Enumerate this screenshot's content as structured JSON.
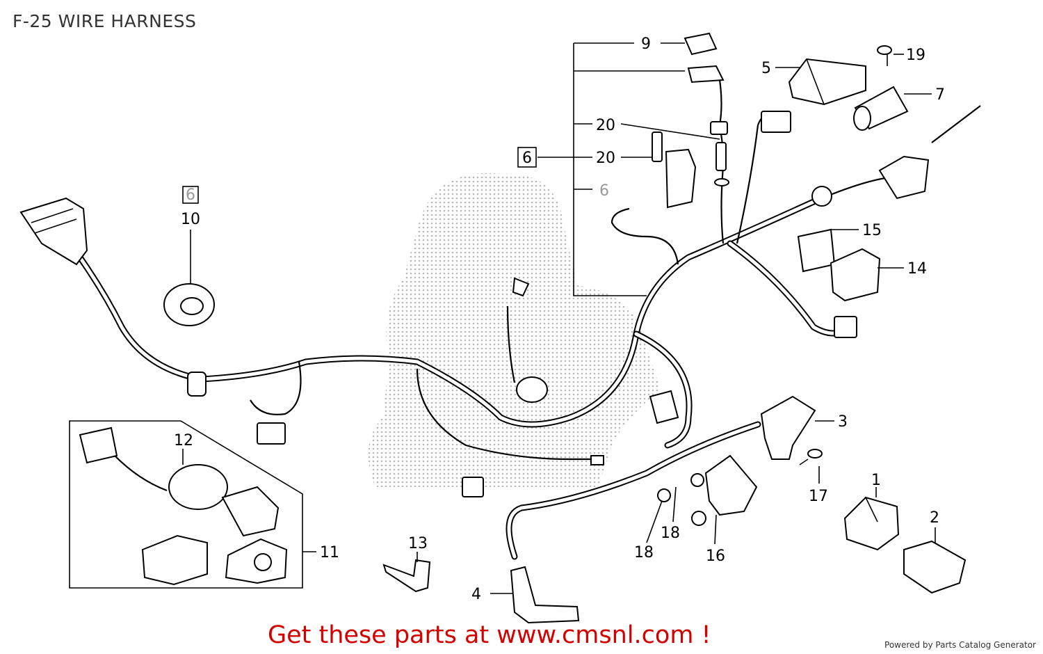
{
  "header": {
    "title": "F-25 WIRE HARNESS"
  },
  "callouts": {
    "c1": "1",
    "c2": "2",
    "c3": "3",
    "c4": "4",
    "c5": "5",
    "c6": "6",
    "c6b": "6",
    "c6c": "6",
    "c7": "7",
    "c9": "9",
    "c10": "10",
    "c11": "11",
    "c12": "12",
    "c13": "13",
    "c14": "14",
    "c15": "15",
    "c16": "16",
    "c17": "17",
    "c18a": "18",
    "c18b": "18",
    "c19": "19",
    "c20a": "20",
    "c20b": "20"
  },
  "footer": {
    "cta": "Get these parts at www.cmsnl.com !",
    "powered": "Powered by Parts Catalog Generator"
  },
  "watermark": {
    "color": "#b8b8b8"
  }
}
